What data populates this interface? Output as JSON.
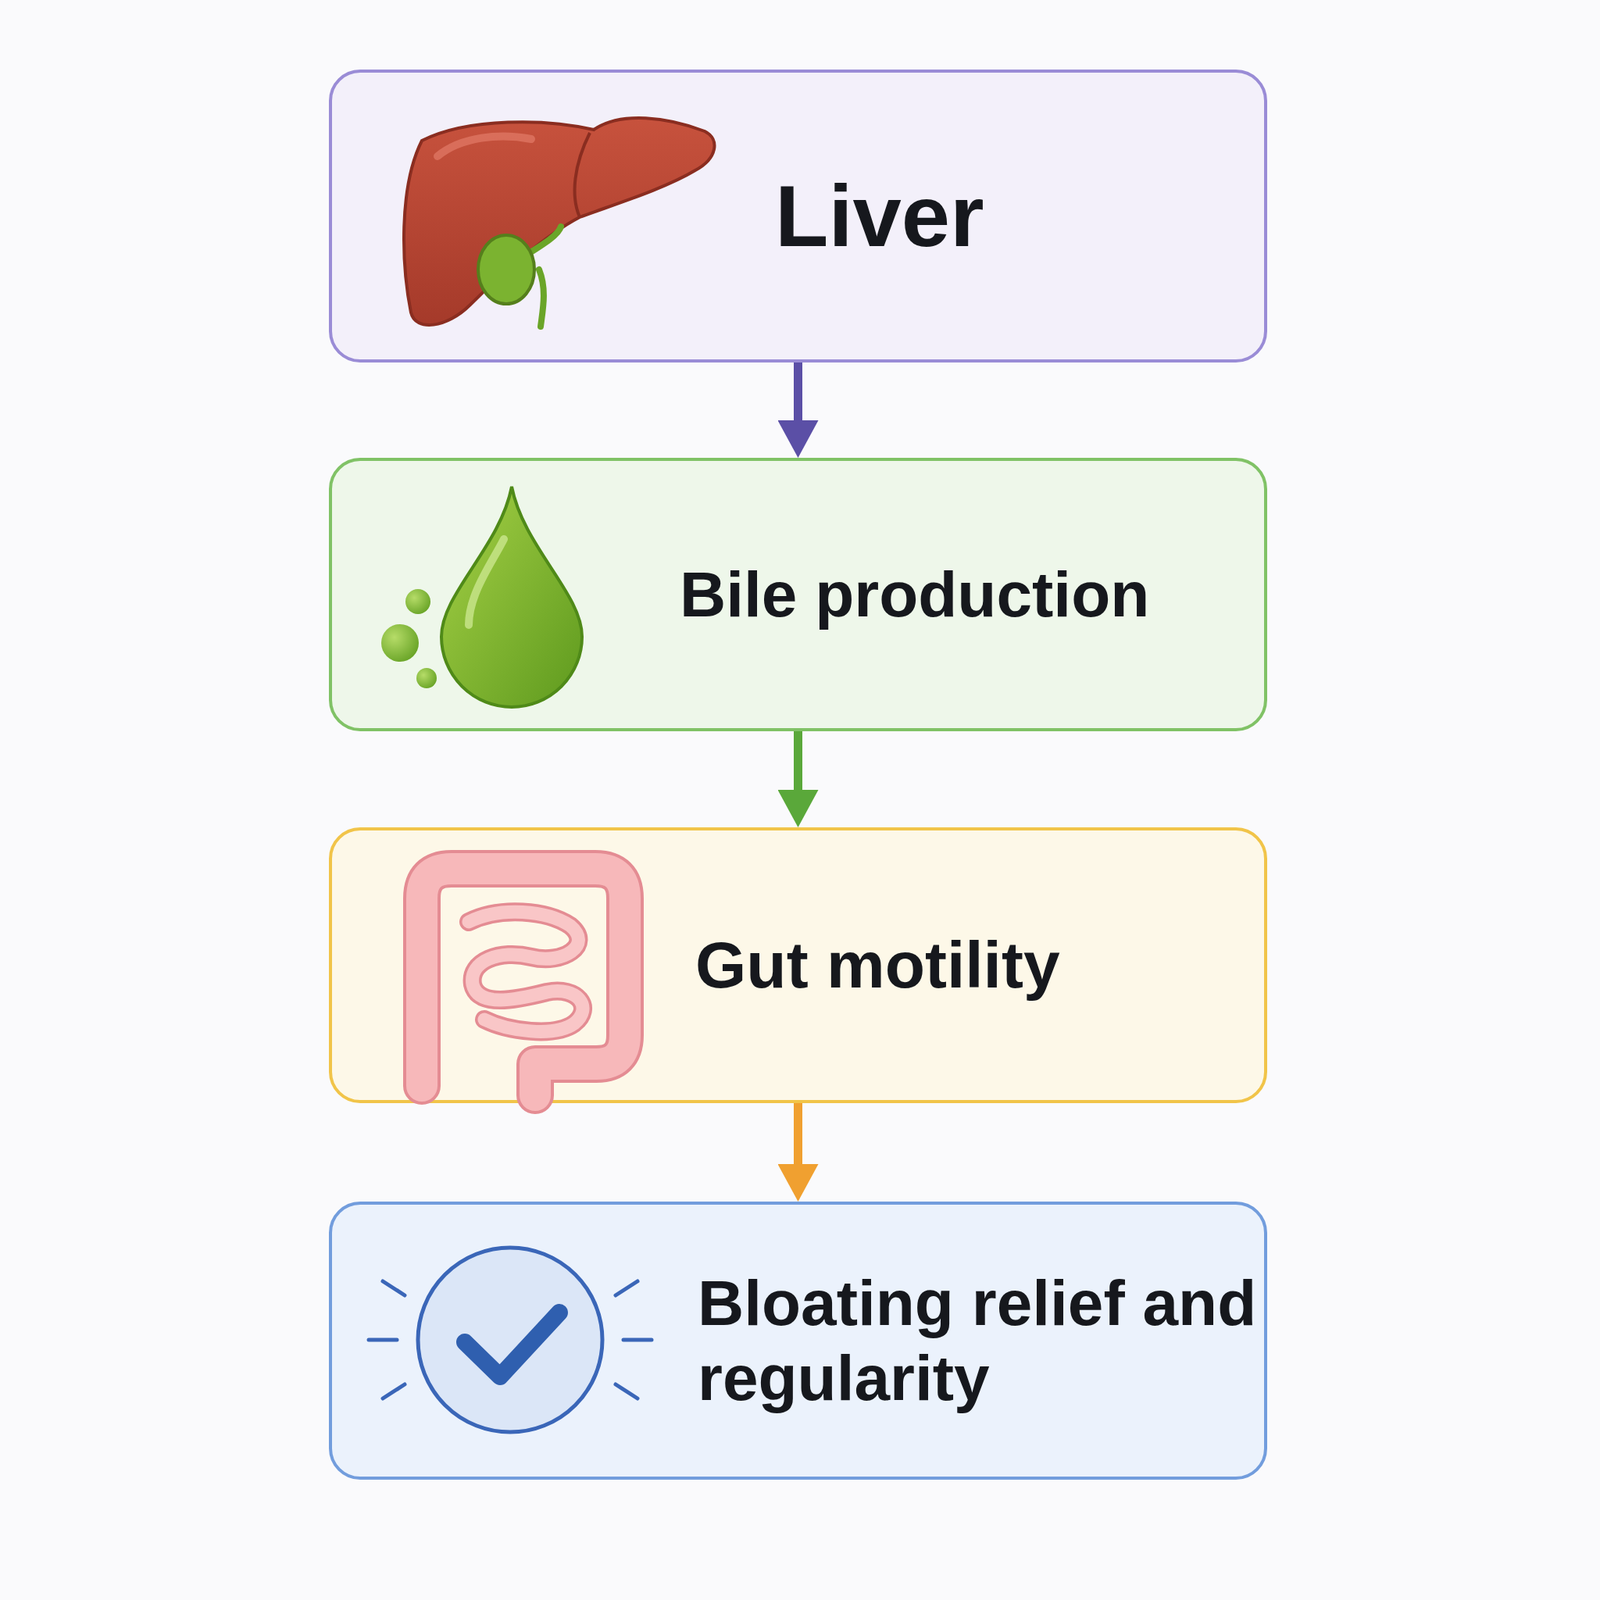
{
  "diagram": {
    "nodes": [
      {
        "text": [
          "Liver"
        ]
      },
      {
        "text": [
          "Bile production"
        ]
      },
      {
        "text": [
          "Gut motility"
        ]
      },
      {
        "text": [
          "Bloating relief and regularity"
        ]
      }
    ],
    "edges": [
      {
        "from": 0,
        "to": 1,
        "arrow": "to"
      },
      {
        "from": 1,
        "to": 2,
        "arrow": "to"
      },
      {
        "from": 2,
        "to": 3,
        "arrow": "to"
      }
    ]
  }
}
